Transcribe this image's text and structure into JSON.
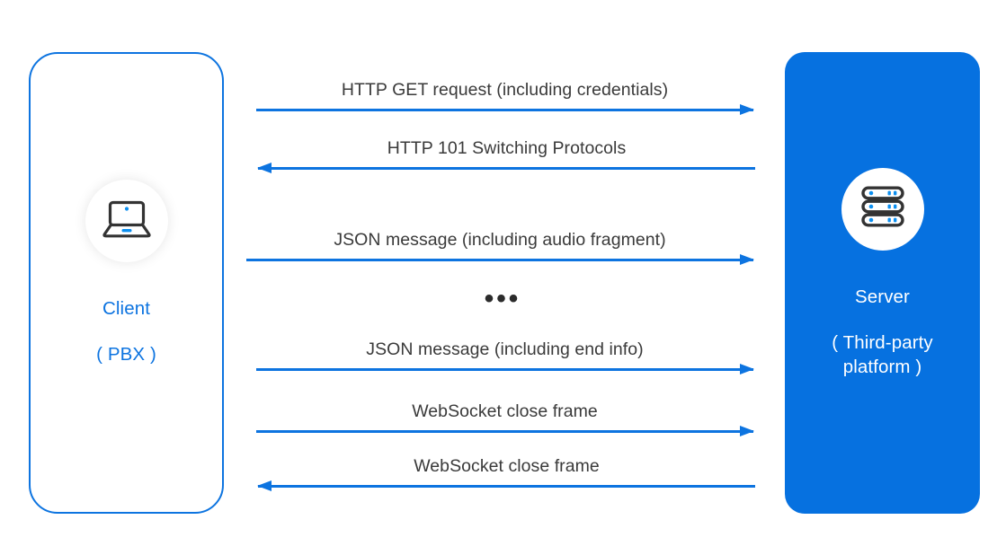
{
  "diagram": {
    "type": "sequence-diagram",
    "colors": {
      "arrow_blue": "#0d74e0",
      "server_fill": "#0671e0",
      "client_border": "#0d74e0",
      "label_text": "#3a3a3a",
      "icon_dark": "#333333",
      "icon_accent": "#0b8ff0"
    },
    "actors": {
      "client": {
        "icon": "laptop-icon",
        "title": "Client",
        "subtitle": "( PBX )"
      },
      "server": {
        "icon": "server-rack-icon",
        "title": "Server",
        "subtitle": "( Third-party platform )"
      }
    },
    "messages": [
      {
        "label": "HTTP GET request (including credentials)",
        "direction": "right",
        "from": "client",
        "to": "server"
      },
      {
        "label": "HTTP 101 Switching Protocols",
        "direction": "left",
        "from": "server",
        "to": "client"
      },
      {
        "label": "JSON message (including audio fragment)",
        "direction": "right",
        "from": "client",
        "to": "server"
      },
      {
        "label": "JSON message (including end info)",
        "direction": "right",
        "from": "client",
        "to": "server"
      },
      {
        "label": "WebSocket close frame",
        "direction": "right",
        "from": "client",
        "to": "server"
      },
      {
        "label": "WebSocket close frame",
        "direction": "left",
        "from": "server",
        "to": "client"
      }
    ],
    "separator": {
      "label": "•••",
      "meaning": "repeated-messages-ellipsis"
    }
  }
}
